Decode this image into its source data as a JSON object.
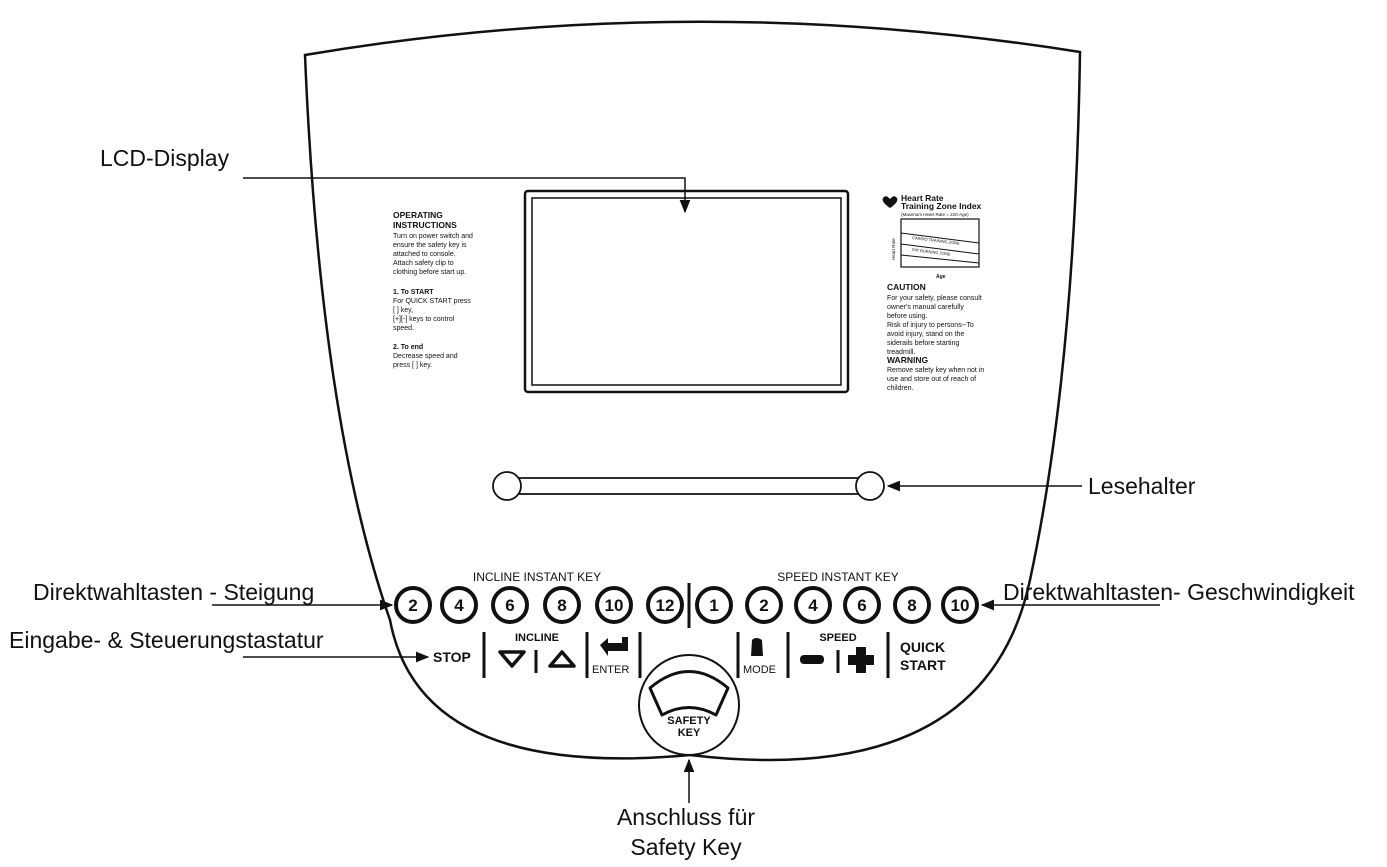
{
  "callouts": {
    "lcd_display": "LCD-Display",
    "reading_holder": "Lesehalter",
    "incline_keys": "Direktwahltasten - Steigung",
    "speed_keys": "Direktwahltasten- Geschwindigkeit",
    "control_keypad": "Eingabe- & Steuerungstastatur",
    "safety_key_line1": "Anschluss für",
    "safety_key_line2": "Safety Key"
  },
  "instructions": {
    "title1": "OPERATING",
    "title2": "INSTRUCTIONS",
    "lines": [
      "Turn on power switch and",
      "ensure the safety key is",
      "attached to console.",
      "Attach safety clip to",
      "clothing before start up."
    ],
    "step1_title": "1. To START",
    "step1_lines": [
      "For QUICK START press",
      "[ ] key,",
      "[+][-] keys to control",
      "speed."
    ],
    "step2_title": "2. To end",
    "step2_lines": [
      "Decrease speed and",
      "press [    ] key."
    ]
  },
  "heart_rate": {
    "title1": "Heart Rate",
    "title2": "Training Zone Index",
    "subtitle": "(Maximum Heart Rate = 220-Age)",
    "y_label": "Heart Rate",
    "x_label": "Age",
    "zone_upper": "CARDIO TRAINING ZONE",
    "zone_lower": "FAT BURNING ZONE"
  },
  "caution": {
    "title": "CAUTION",
    "lines": [
      "For your safety, please consult",
      "owner's manual carefully",
      "before using.",
      "Risk of injury to persons--To",
      "avoid injury, stand on the",
      "siderails before starting",
      "treadmill."
    ],
    "warning_title": "WARNING",
    "warning_lines": [
      "Remove safety key when not in",
      "use and store out of reach of",
      "children."
    ]
  },
  "panel": {
    "incline_instant_key": "INCLINE INSTANT KEY",
    "speed_instant_key": "SPEED INSTANT KEY",
    "incline_values": [
      "2",
      "4",
      "6",
      "8",
      "10",
      "12"
    ],
    "speed_values": [
      "1",
      "2",
      "4",
      "6",
      "8",
      "10"
    ],
    "stop": "STOP",
    "incline": "INCLINE",
    "enter": "ENTER",
    "mode": "MODE",
    "speed": "SPEED",
    "quick": "QUICK",
    "start": "START",
    "safety": "SAFETY",
    "key": "KEY"
  }
}
